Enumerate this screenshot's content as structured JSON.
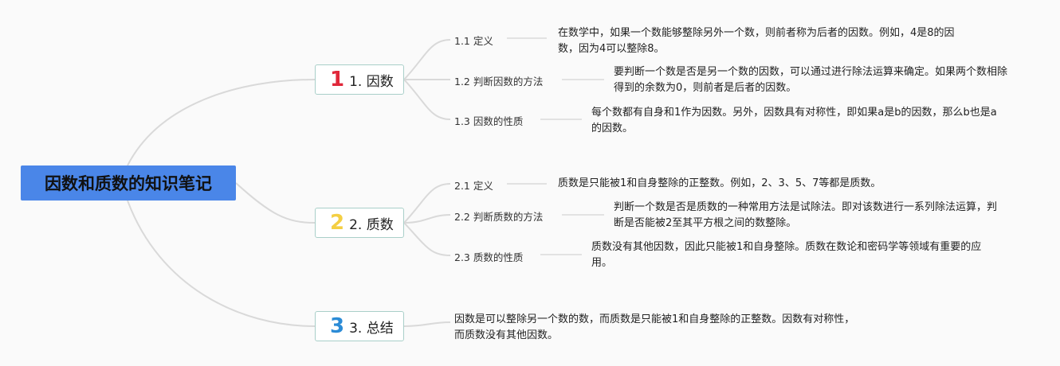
{
  "root": {
    "title": "因数和质数的知识笔记"
  },
  "colors": {
    "root_bg": "#4a86e8",
    "branch_border": "#a9cfc9",
    "line": "#d9d9d9",
    "num1": "#e0283a",
    "num2": "#f4cf43",
    "num3": "#2b8bd6"
  },
  "branches": [
    {
      "number": "1",
      "label": "1. 因数",
      "subs": [
        {
          "label": "1.1 定义",
          "text": "在数学中，如果一个数能够整除另外一个数，则前者称为后者的因数。例如，4是8的因数，因为4可以整除8。"
        },
        {
          "label": "1.2 判断因数的方法",
          "text": "要判断一个数是否是另一个数的因数，可以通过进行除法运算来确定。如果两个数相除得到的余数为0，则前者是后者的因数。"
        },
        {
          "label": "1.3 因数的性质",
          "text": "每个数都有自身和1作为因数。另外，因数具有对称性，即如果a是b的因数，那么b也是a的因数。"
        }
      ]
    },
    {
      "number": "2",
      "label": "2. 质数",
      "subs": [
        {
          "label": "2.1 定义",
          "text": "质数是只能被1和自身整除的正整数。例如，2、3、5、7等都是质数。"
        },
        {
          "label": "2.2 判断质数的方法",
          "text": "判断一个数是否是质数的一种常用方法是试除法。即对该数进行一系列除法运算，判断是否能被2至其平方根之间的数整除。"
        },
        {
          "label": "2.3 质数的性质",
          "text": "质数没有其他因数，因此只能被1和自身整除。质数在数论和密码学等领域有重要的应用。"
        }
      ]
    },
    {
      "number": "3",
      "label": "3. 总结",
      "text": "因数是可以整除另一个数的数，而质数是只能被1和自身整除的正整数。因数有对称性，而质数没有其他因数。"
    }
  ]
}
